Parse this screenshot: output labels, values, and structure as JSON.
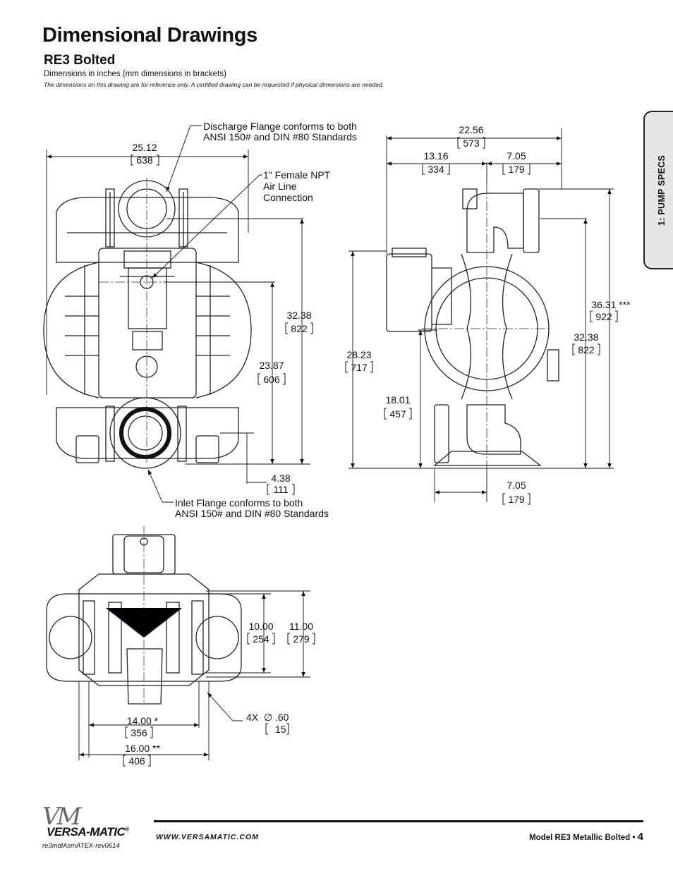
{
  "header": {
    "title": "Dimensional Drawings",
    "subtitle": "RE3 Bolted",
    "units_note": "Dimensions in inches (mm dimensions in brackets)",
    "disclaimer": "The dimensions on this drawing are for reference only.  A certified drawing can be requested if physical dimensions are needed."
  },
  "side_tab": {
    "label": "1: PUMP SPECS"
  },
  "callouts": {
    "discharge_1": "Discharge Flange conforms to both",
    "discharge_2": "ANSI 150# and DIN #80 Standards",
    "npt_1": "1\" Female NPT",
    "npt_2": "Air Line",
    "npt_3": "Connection",
    "inlet_1": "Inlet Flange conforms to both",
    "inlet_2": "ANSI 150# and DIN #80 Standards"
  },
  "dims": {
    "front_width_in": "25.12",
    "front_width_mm": "638",
    "front_h1_in": "32.38",
    "front_h1_mm": "822",
    "front_h2_in": "23.87",
    "front_h2_mm": "606",
    "front_base_in": "4.38",
    "front_base_mm": "111",
    "side_width_in": "22.56",
    "side_width_mm": "573",
    "side_left_in": "13.16",
    "side_left_mm": "334",
    "side_right_in": "7.05",
    "side_right_mm": "179",
    "side_h_total_in": "36.31 ***",
    "side_h_total_mm": "922",
    "side_h_in": "32.38",
    "side_h_mm": "822",
    "side_h_air_in": "28.23",
    "side_h_air_mm": "717",
    "side_h_inlet_in": "18.01",
    "side_h_inlet_mm": "457",
    "side_bottom_in": "7.05",
    "side_bottom_mm": "179",
    "top_d1_in": "10.00",
    "top_d1_mm": "254",
    "top_d2_in": "11.00",
    "top_d2_mm": "279",
    "top_hole_prefix": "4X",
    "top_hole_sym": "∅",
    "top_hole_in": ".60",
    "top_hole_mm": "15",
    "top_w1_in": "14.00 *",
    "top_w1_mm": "356",
    "top_w2_in": "16.00 **",
    "top_w2_mm": "406"
  },
  "footer": {
    "logo_mark": "VM",
    "logo_text": "VERSA-MATIC",
    "logo_reg": "®",
    "doc_ref": "re3mdlAsmATEX-rev0614",
    "website": "WWW.VERSAMATIC.COM",
    "model": "Model RE3 Metallic Bolted • ",
    "page": "4"
  }
}
